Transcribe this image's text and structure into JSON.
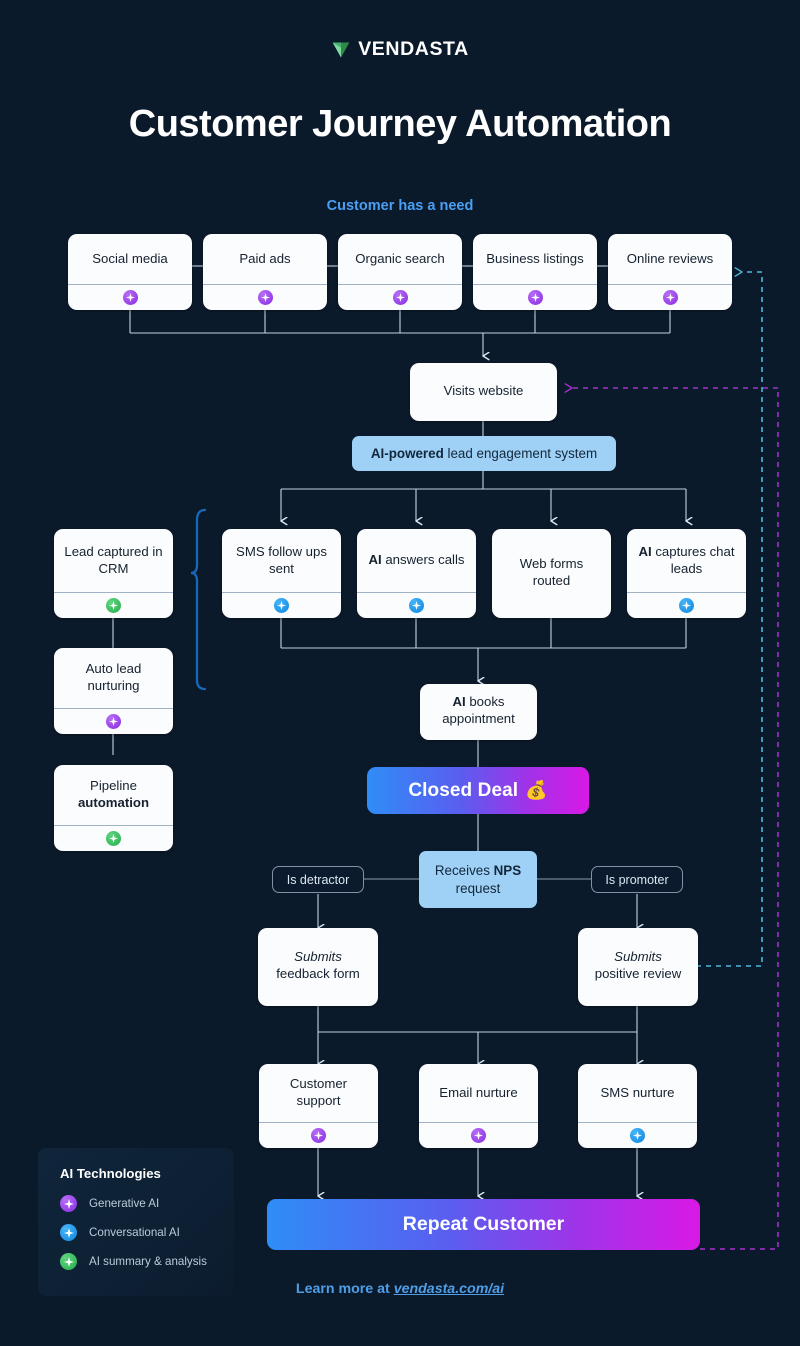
{
  "brand": {
    "name": "VENDASTA",
    "logo_icon": "vendasta-logo-mark",
    "logo_color": "#3aa856"
  },
  "title": "Customer Journey Automation",
  "need_label": "Customer has a need",
  "colors": {
    "background_dark": "#0a1725",
    "background_mid": "#12304f",
    "accent_blue": "#4a9ff5",
    "highlight_box": "#9fd0f5",
    "generative_ai": "#8a2be2",
    "conversational_ai": "#0d87e0",
    "ai_summary": "#27ae4d",
    "gradient_start": "#2f8df6",
    "gradient_end": "#d919e6",
    "return_line_teal": "#4fb6d8",
    "return_line_magenta": "#a82fd0"
  },
  "channels": [
    {
      "label": "Social media",
      "badge": "gen"
    },
    {
      "label": "Paid ads",
      "badge": "gen"
    },
    {
      "label": "Organic search",
      "badge": "gen"
    },
    {
      "label": "Business listings",
      "badge": "gen"
    },
    {
      "label": "Online reviews",
      "badge": "gen"
    }
  ],
  "visits_website": "Visits website",
  "engagement_system": {
    "bold": "AI-powered",
    "rest": " lead engagement system"
  },
  "crm_branch": [
    {
      "label": "Lead captured in CRM",
      "badge": "sum"
    },
    {
      "label": "Auto lead nurturing",
      "badge": "gen"
    },
    {
      "label_plain": "Pipeline ",
      "label_bold": "automation",
      "badge": "sum"
    }
  ],
  "engagement_nodes": [
    {
      "label": "SMS follow ups sent",
      "badge": "conv"
    },
    {
      "bold": "AI",
      "rest": " answers calls",
      "badge": "conv"
    },
    {
      "label": "Web forms routed",
      "badge": null
    },
    {
      "bold": "AI",
      "rest": " captures chat leads",
      "badge": "conv"
    }
  ],
  "books_appointment": {
    "bold": "AI",
    "rest": " books appointment"
  },
  "closed_deal": {
    "label": "Closed Deal",
    "emoji": "💰"
  },
  "nps": {
    "bold_prefix": "Receives ",
    "bold": "NPS",
    "rest": " request"
  },
  "detractor_pill": "Is detractor",
  "promoter_pill": "Is promoter",
  "feedback_form": {
    "italic": "Submits",
    "rest": "feedback form"
  },
  "positive_review": {
    "italic": "Submits",
    "rest": "positive review"
  },
  "nurture_nodes": [
    {
      "label": "Customer support",
      "badge": "gen"
    },
    {
      "label": "Email nurture",
      "badge": "gen"
    },
    {
      "label": "SMS nurture",
      "badge": "conv"
    }
  ],
  "repeat_customer": "Repeat Customer",
  "legend": {
    "title": "AI Technologies",
    "items": [
      {
        "label": "Generative AI",
        "badge": "gen",
        "icon": "sparkle-icon"
      },
      {
        "label": "Conversational AI",
        "badge": "conv",
        "icon": "sparkle-icon"
      },
      {
        "label": "AI summary & analysis",
        "badge": "sum",
        "icon": "sparkle-icon"
      }
    ]
  },
  "footer": {
    "prefix": "Learn more at ",
    "url": "vendasta.com/ai"
  }
}
